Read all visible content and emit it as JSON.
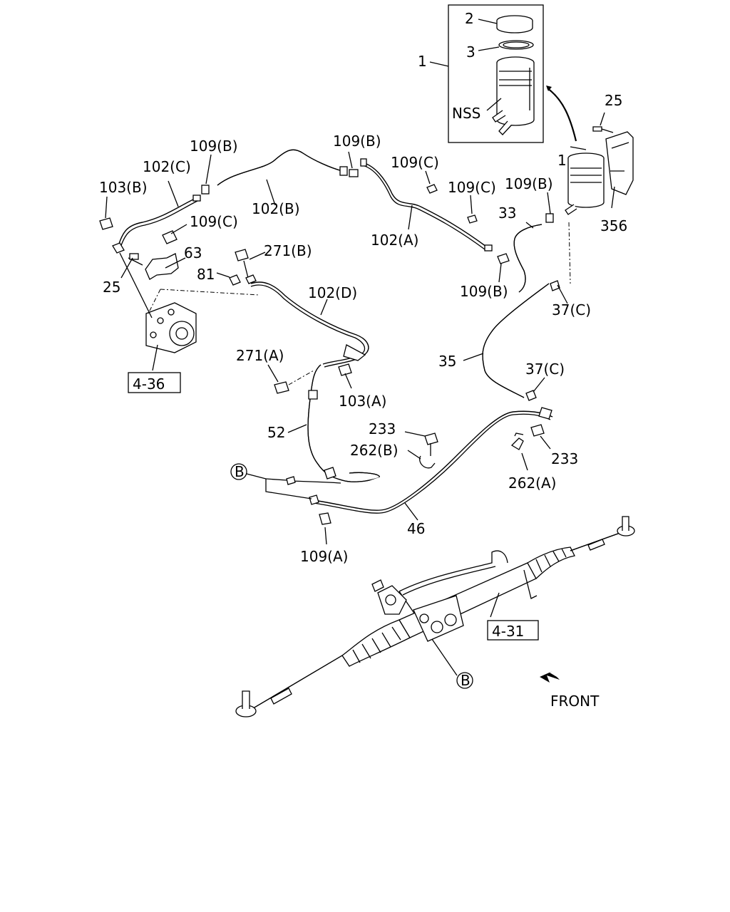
{
  "labels": {
    "l_1_inset": "1",
    "l_2": "2",
    "l_3": "3",
    "l_nss": "NSS",
    "l_25_top": "25",
    "l_1_main": "1",
    "l_356": "356",
    "l_109b_1": "109(B)",
    "l_109b_2": "109(B)",
    "l_109b_3": "109(B)",
    "l_109b_4": "109(B)",
    "l_102c": "102(C)",
    "l_103b": "103(B)",
    "l_102b": "102(B)",
    "l_109c_1": "109(C)",
    "l_109c_2": "109(C)",
    "l_109c_3": "109(C)",
    "l_33": "33",
    "l_102a": "102(A)",
    "l_63": "63",
    "l_271b": "271(B)",
    "l_81": "81",
    "l_25_left": "25",
    "l_102d": "102(D)",
    "l_37c_1": "37(C)",
    "l_37c_2": "37(C)",
    "l_35": "35",
    "l_ref_436": "4-36",
    "l_271a": "271(A)",
    "l_103a": "103(A)",
    "l_52": "52",
    "l_233_1": "233",
    "l_233_2": "233",
    "l_262b": "262(B)",
    "l_262a": "262(A)",
    "l_b_1": "B",
    "l_b_2": "B",
    "l_46": "46",
    "l_109a": "109(A)",
    "l_ref_431": "4-31",
    "l_front": "FRONT"
  }
}
